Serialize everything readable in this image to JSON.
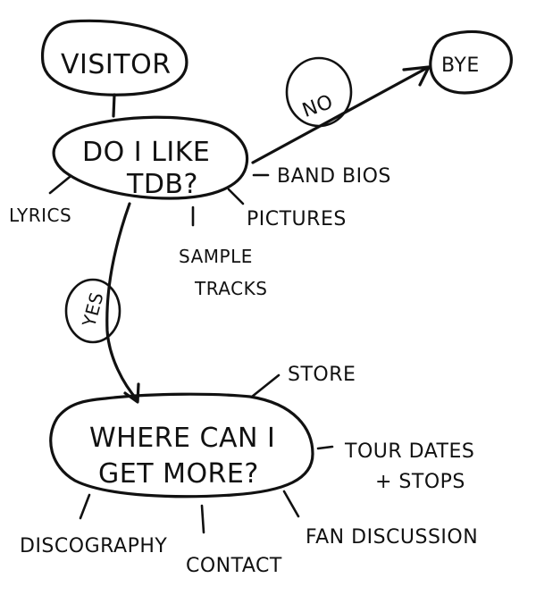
{
  "diagram": {
    "type": "hand-drawn mind map / flow sketch",
    "ink_color": "#111111",
    "background": "#ffffff",
    "nodes": {
      "visitor": {
        "label": "VISITOR"
      },
      "do_i_like": {
        "line1": "DO I LIKE",
        "line2": "TDB?"
      },
      "bye": {
        "label": "BYE"
      },
      "where_more": {
        "line1": "WHERE CAN I",
        "line2": "GET MORE?"
      }
    },
    "edges": {
      "no": {
        "label": "NO",
        "from": "DO I LIKE TDB?",
        "to": "BYE"
      },
      "yes": {
        "label": "YES",
        "from": "DO I LIKE TDB?",
        "to": "WHERE CAN I GET MORE?"
      }
    },
    "first_node_branches": {
      "lyrics": "LYRICS",
      "band_bios": "BAND BIOS",
      "pictures": "PICTURES",
      "sample_tracks_line1": "SAMPLE",
      "sample_tracks_line2": "TRACKS"
    },
    "second_node_branches": {
      "store": "STORE",
      "tour_line1": "TOUR DATES",
      "tour_line2": "+ STOPS",
      "discography": "DISCOGRAPHY",
      "contact": "CONTACT",
      "fan_discussion": "FAN DISCUSSION"
    }
  }
}
